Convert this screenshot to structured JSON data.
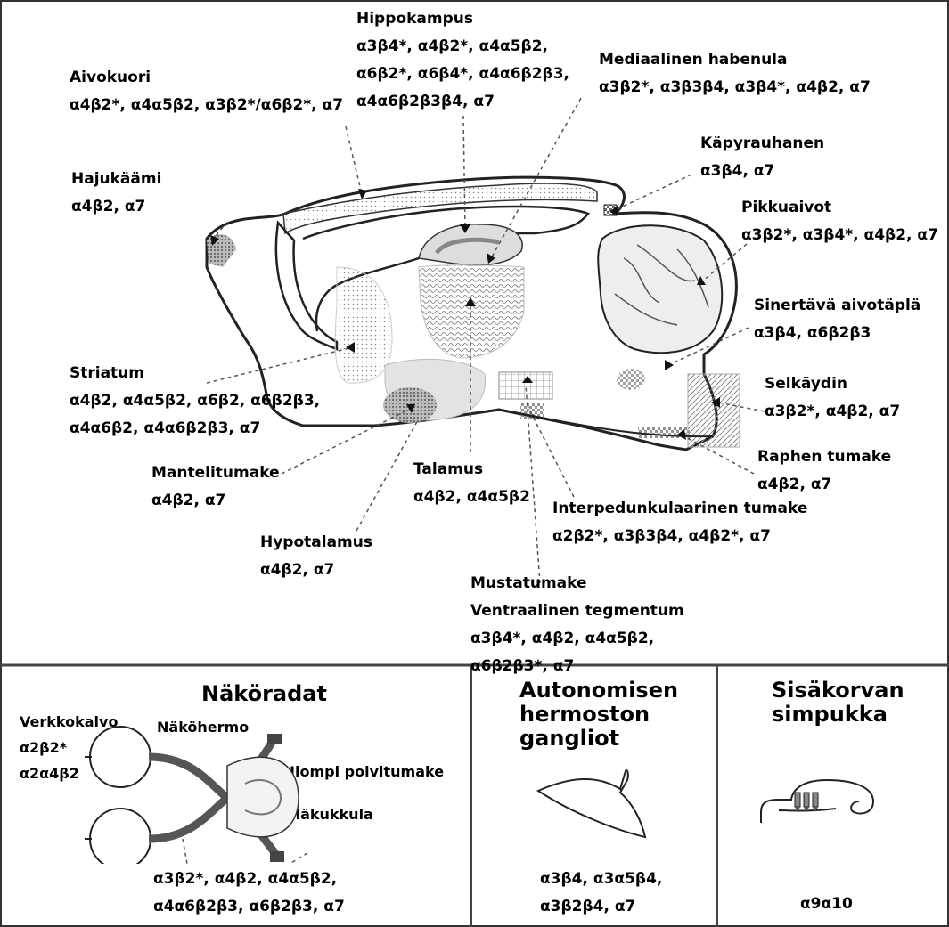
{
  "brain": {
    "hippokampus": {
      "name": "Hippokampus",
      "lines": [
        "α3β4*, α4β2*, α4α5β2,",
        "α6β2*, α6β4*, α4α6β2β3,",
        "α4α6β2β3β4, α7"
      ]
    },
    "aivokuori": {
      "name": "Aivokuori",
      "lines": [
        "α4β2*, α4α5β2, α3β2*/α6β2*, α7"
      ]
    },
    "mediaalinen_habenula": {
      "name": "Mediaalinen habenula",
      "lines": [
        "α3β2*, α3β3β4, α3β4*, α4β2, α7"
      ]
    },
    "kapyrauhanen": {
      "name": "Käpyrauhanen",
      "lines": [
        "α3β4, α7"
      ]
    },
    "hajukaami": {
      "name": "Hajukäämi",
      "lines": [
        "α4β2, α7"
      ]
    },
    "pikkuaivot": {
      "name": "Pikkuaivot",
      "lines": [
        "α3β2*, α3β4*, α4β2, α7"
      ]
    },
    "sinertava": {
      "name": "Sinertävä aivotäplä",
      "lines": [
        "α3β4, α6β2β3"
      ]
    },
    "striatum": {
      "name": "Striatum",
      "lines": [
        "α4β2, α4α5β2, α6β2, α6β2β3,",
        "α4α6β2, α4α6β2β3, α7"
      ]
    },
    "selkaydin": {
      "name": "Selkäydin",
      "lines": [
        "α3β2*, α4β2, α7"
      ]
    },
    "raphen": {
      "name": "Raphen tumake",
      "lines": [
        "α4β2, α7"
      ]
    },
    "mantelitumake": {
      "name": "Mantelitumake",
      "lines": [
        "α4β2, α7"
      ]
    },
    "talamus": {
      "name": "Talamus",
      "lines": [
        "α4β2, α4α5β2"
      ]
    },
    "interpedunkulaarinen": {
      "name": "Interpedunkulaarinen tumake",
      "lines": [
        "α2β2*, α3β3β4, α4β2*, α7"
      ]
    },
    "hypotalamus": {
      "name": "Hypotalamus",
      "lines": [
        "α4β2, α7"
      ]
    },
    "mustatumake": {
      "name": "Mustatumake",
      "name2": "Ventraalinen tegmentum",
      "lines": [
        "α3β4*, α4β2, α4α5β2,",
        "α6β2β3*, α7"
      ]
    }
  },
  "panels": {
    "nakoradat": {
      "title": "Näköradat",
      "verkkokalvo": {
        "name": "Verkkokalvo",
        "lines": [
          "α2β2*",
          "α2α4β2"
        ]
      },
      "nakohermo": "Näköhermo",
      "ulompi": "Ulompi polvitumake",
      "ylakukkula": "Yläkukkula",
      "lines": [
        "α3β2*, α4β2, α4α5β2,",
        "α4α6β2β3, α6β2β3, α7"
      ]
    },
    "autonomisen": {
      "title_lines": [
        "Autonomisen",
        "hermoston",
        "gangliot"
      ],
      "lines": [
        "α3β4, α3α5β4,",
        "α3β2β4, α7"
      ]
    },
    "sisakorvan": {
      "title_lines": [
        "Sisäkorvan",
        "simpukka"
      ],
      "lines": [
        "α9α10"
      ]
    }
  }
}
